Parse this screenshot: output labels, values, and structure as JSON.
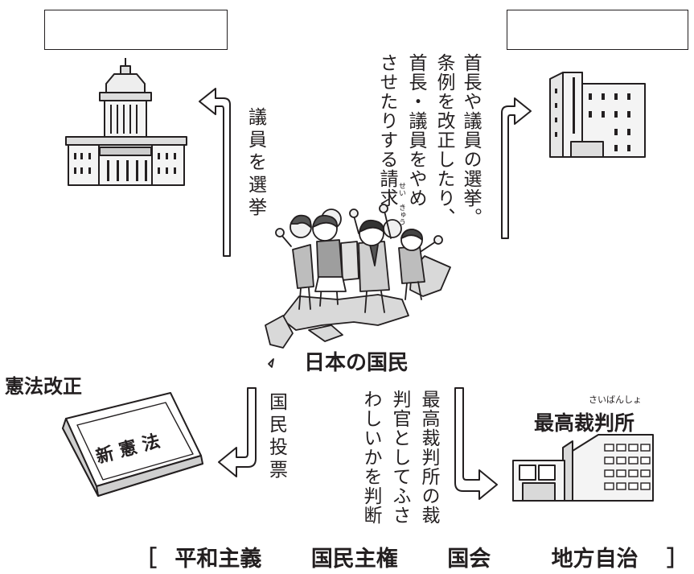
{
  "labels": {
    "kenpo_kaisei": "憲法改正",
    "kokumin": "日本の国民",
    "saikosaibansho": "最高裁判所",
    "saikosaibansho_ruby": "さいばんしょ",
    "shinkenpo": "新 憲 法"
  },
  "arrow_texts": {
    "giin_senkyo": "議\n員\nを\n選\n挙",
    "chihou_col1": "首長や議員の選挙。",
    "chihou_col2": "条例を改正したり、",
    "chihou_col3": "首長・議員をやめ",
    "chihou_col4": "させたりする請求",
    "seikyu_ruby": "せい　きゅう",
    "kokumin_tohyo": "国\n民\n投\n票",
    "saiban_col1": "最高裁判所の裁",
    "saiban_col2": "判官としてふさ",
    "saiban_col3": "わしいかを判断"
  },
  "choices": {
    "open_bracket": "［",
    "items": [
      "平和主義",
      "国民主権",
      "国会",
      "地方自治"
    ],
    "close_bracket": "］"
  },
  "icons": {
    "diet_building": "national-diet-building-icon",
    "local_gov": "local-government-building-icon",
    "book": "constitution-book-icon",
    "court": "supreme-court-building-icon",
    "people": "cheering-citizens-icon",
    "map": "japan-map-icon"
  }
}
